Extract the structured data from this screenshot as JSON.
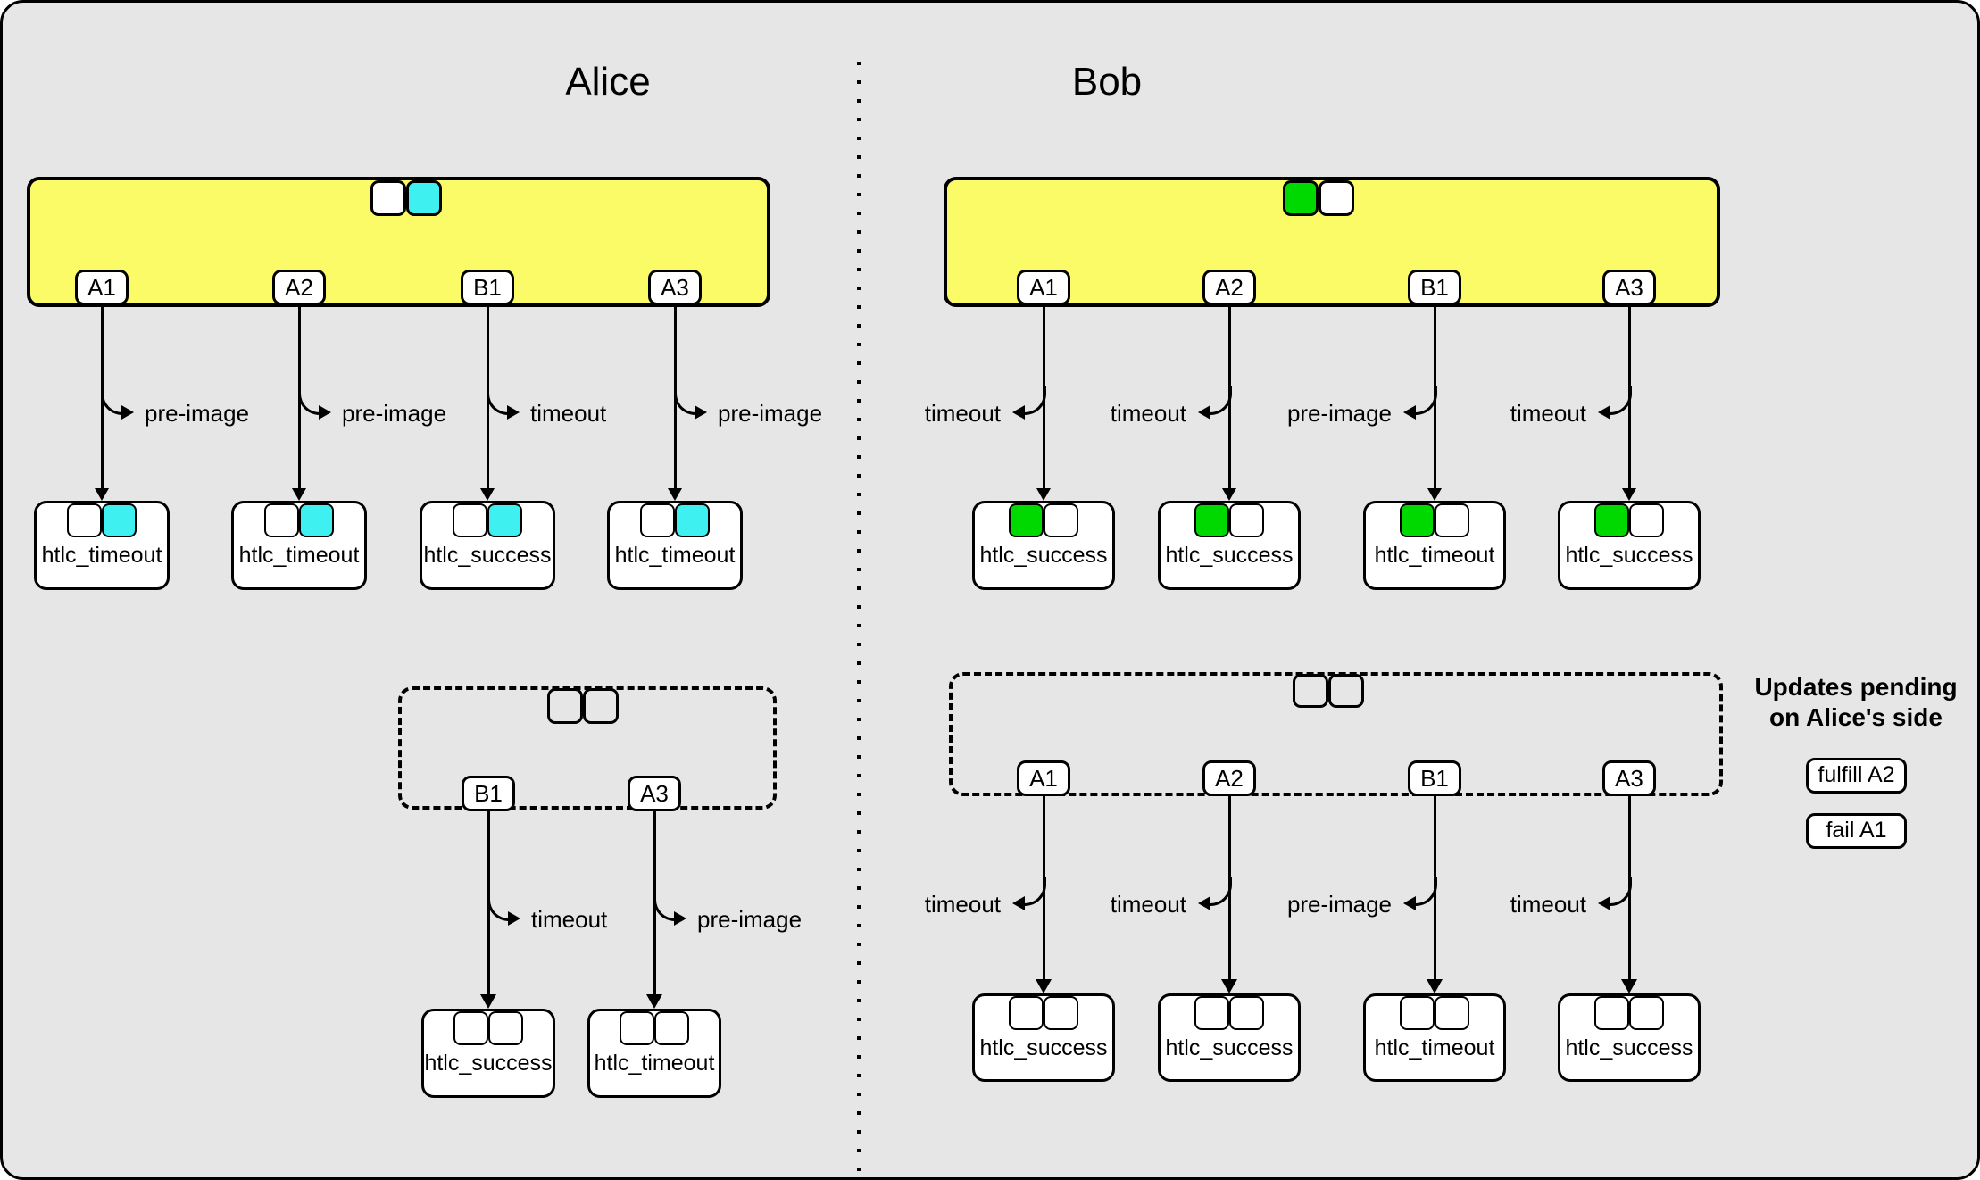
{
  "titles": {
    "alice": "Alice",
    "bob": "Bob"
  },
  "colors": {
    "background": "#e6e6e6",
    "line": "#000000",
    "commitment_fill": "#fbfb67",
    "slot_white": "#ffffff",
    "slot_cyan": "#3ff0f0",
    "slot_green": "#00d900",
    "box_fill": "#ffffff"
  },
  "alice": {
    "commitment": {
      "slots": [
        "white",
        "cyan"
      ],
      "outputs": [
        {
          "label": "A1",
          "action": "pre-image",
          "result": "htlc_timeout",
          "result_slots": [
            "white",
            "cyan"
          ]
        },
        {
          "label": "A2",
          "action": "pre-image",
          "result": "htlc_timeout",
          "result_slots": [
            "white",
            "cyan"
          ]
        },
        {
          "label": "B1",
          "action": "timeout",
          "result": "htlc_success",
          "result_slots": [
            "white",
            "cyan"
          ]
        },
        {
          "label": "A3",
          "action": "pre-image",
          "result": "htlc_timeout",
          "result_slots": [
            "white",
            "cyan"
          ]
        }
      ]
    },
    "pending_commitment": {
      "slots": [
        "empty",
        "empty"
      ],
      "outputs": [
        {
          "label": "B1",
          "action": "timeout",
          "result": "htlc_success",
          "result_slots": [
            "empty",
            "empty"
          ]
        },
        {
          "label": "A3",
          "action": "pre-image",
          "result": "htlc_timeout",
          "result_slots": [
            "empty",
            "empty"
          ]
        }
      ]
    }
  },
  "bob": {
    "commitment": {
      "slots": [
        "green",
        "white"
      ],
      "outputs": [
        {
          "label": "A1",
          "action": "timeout",
          "result": "htlc_success",
          "result_slots": [
            "green",
            "white"
          ]
        },
        {
          "label": "A2",
          "action": "timeout",
          "result": "htlc_success",
          "result_slots": [
            "green",
            "white"
          ]
        },
        {
          "label": "B1",
          "action": "pre-image",
          "result": "htlc_timeout",
          "result_slots": [
            "green",
            "white"
          ]
        },
        {
          "label": "A3",
          "action": "timeout",
          "result": "htlc_success",
          "result_slots": [
            "green",
            "white"
          ]
        }
      ]
    },
    "pending_commitment": {
      "slots": [
        "empty",
        "empty"
      ],
      "outputs": [
        {
          "label": "A1",
          "action": "timeout",
          "result": "htlc_success",
          "result_slots": [
            "empty",
            "empty"
          ]
        },
        {
          "label": "A2",
          "action": "timeout",
          "result": "htlc_success",
          "result_slots": [
            "empty",
            "empty"
          ]
        },
        {
          "label": "B1",
          "action": "pre-image",
          "result": "htlc_timeout",
          "result_slots": [
            "empty",
            "empty"
          ]
        },
        {
          "label": "A3",
          "action": "timeout",
          "result": "htlc_success",
          "result_slots": [
            "empty",
            "empty"
          ]
        }
      ]
    }
  },
  "legend": {
    "heading_line1": "Updates pending",
    "heading_line2": "on Alice's side",
    "actions": [
      {
        "label": "fulfill A2"
      },
      {
        "label": "fail A1"
      }
    ]
  }
}
